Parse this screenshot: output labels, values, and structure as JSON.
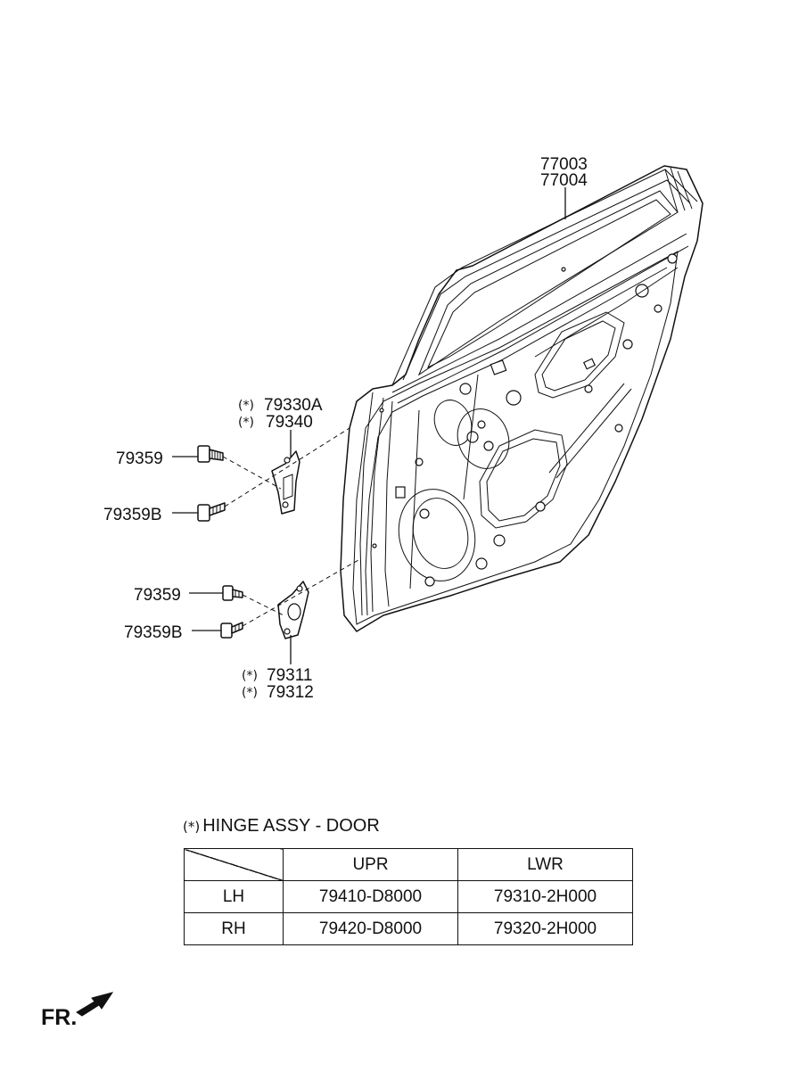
{
  "callouts": {
    "door_panel_1": "77003",
    "door_panel_2": "77004",
    "upper_hinge_1": "79330A",
    "upper_hinge_2": "79340",
    "upper_bolt": "79359",
    "upper_bolt_b": "79359B",
    "lower_bolt": "79359",
    "lower_bolt_b": "79359B",
    "lower_hinge_1": "79311",
    "lower_hinge_2": "79312",
    "asterisk": "(*)"
  },
  "legend": {
    "asterisk": "(*)",
    "title": "HINGE ASSY - DOOR",
    "headers": [
      "",
      "UPR",
      "LWR"
    ],
    "rows": [
      [
        "LH",
        "79410-D8000",
        "79310-2H000"
      ],
      [
        "RH",
        "79420-D8000",
        "79320-2H000"
      ]
    ]
  },
  "direction": {
    "label": "FR."
  }
}
